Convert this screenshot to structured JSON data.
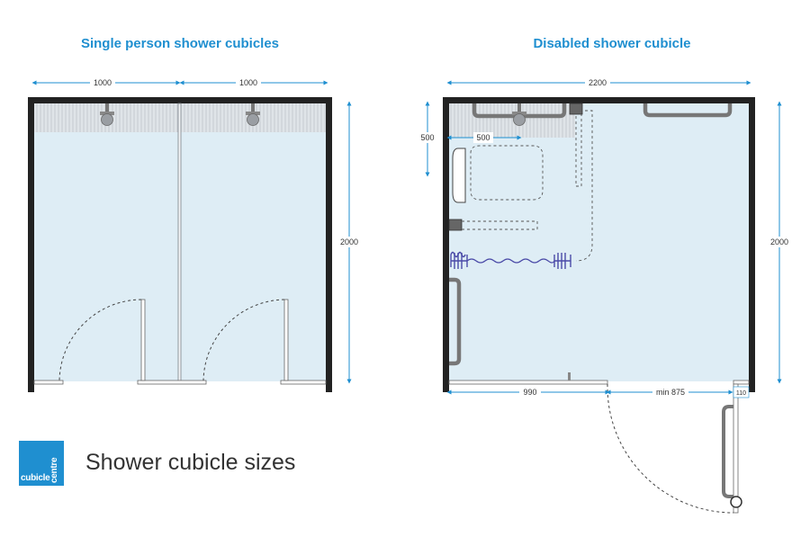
{
  "titles": {
    "single": "Single person shower cubicles",
    "disabled": "Disabled shower cubicle"
  },
  "dimensions": {
    "single_width_left": "1000",
    "single_width_right": "1000",
    "single_depth": "2000",
    "disabled_width": "2200",
    "disabled_depth": "2000",
    "disabled_offset_v": "500",
    "disabled_offset_h": "500",
    "disabled_bottom_left": "990",
    "disabled_door": "min 875",
    "disabled_return": "110"
  },
  "logo": {
    "word1": "cubicle",
    "word2": "centre"
  },
  "caption": "Shower cubicle sizes",
  "colors": {
    "accent": "#1f8fd0",
    "floor": "#deedf5",
    "wall": "#222222",
    "dimension_line": "#1f8fd0",
    "heater": "#4b4ba8"
  }
}
